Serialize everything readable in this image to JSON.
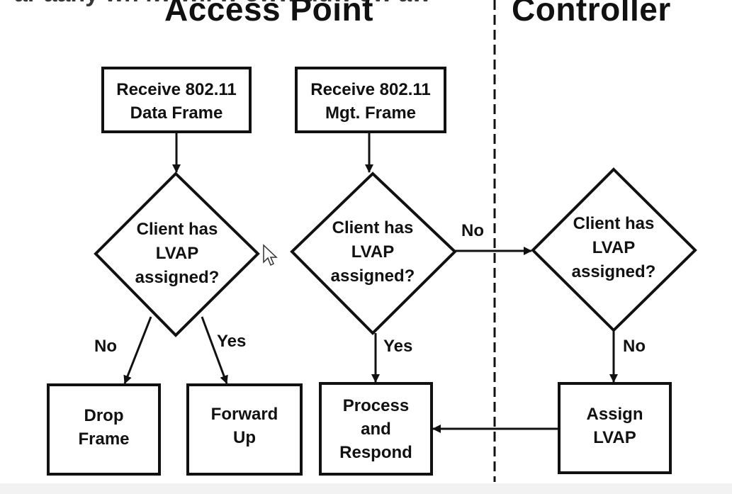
{
  "headers": {
    "access_point": "Access Point",
    "controller": "Controller",
    "cut_text": "ar aany wn iwrwii  w  oww uuw  ow aw"
  },
  "boxes": {
    "receive_data": "Receive 802.11\nData Frame",
    "receive_mgt": "Receive 802.11\nMgt. Frame",
    "drop_frame": "Drop\nFrame",
    "forward_up": "Forward\nUp",
    "process_respond": "Process\nand\nRespond",
    "assign_lvap": "Assign\nLVAP"
  },
  "decisions": {
    "ap_data": "Client has\nLVAP\nassigned?",
    "ap_mgt": "Client has\nLVAP\nassigned?",
    "controller": "Client has\nLVAP\nassigned?"
  },
  "edge_labels": {
    "data_no": "No",
    "data_yes": "Yes",
    "mgt_no": "No",
    "mgt_yes": "Yes",
    "ctrl_no": "No"
  },
  "colors": {
    "line": "#111111",
    "background": "#ffffff"
  }
}
